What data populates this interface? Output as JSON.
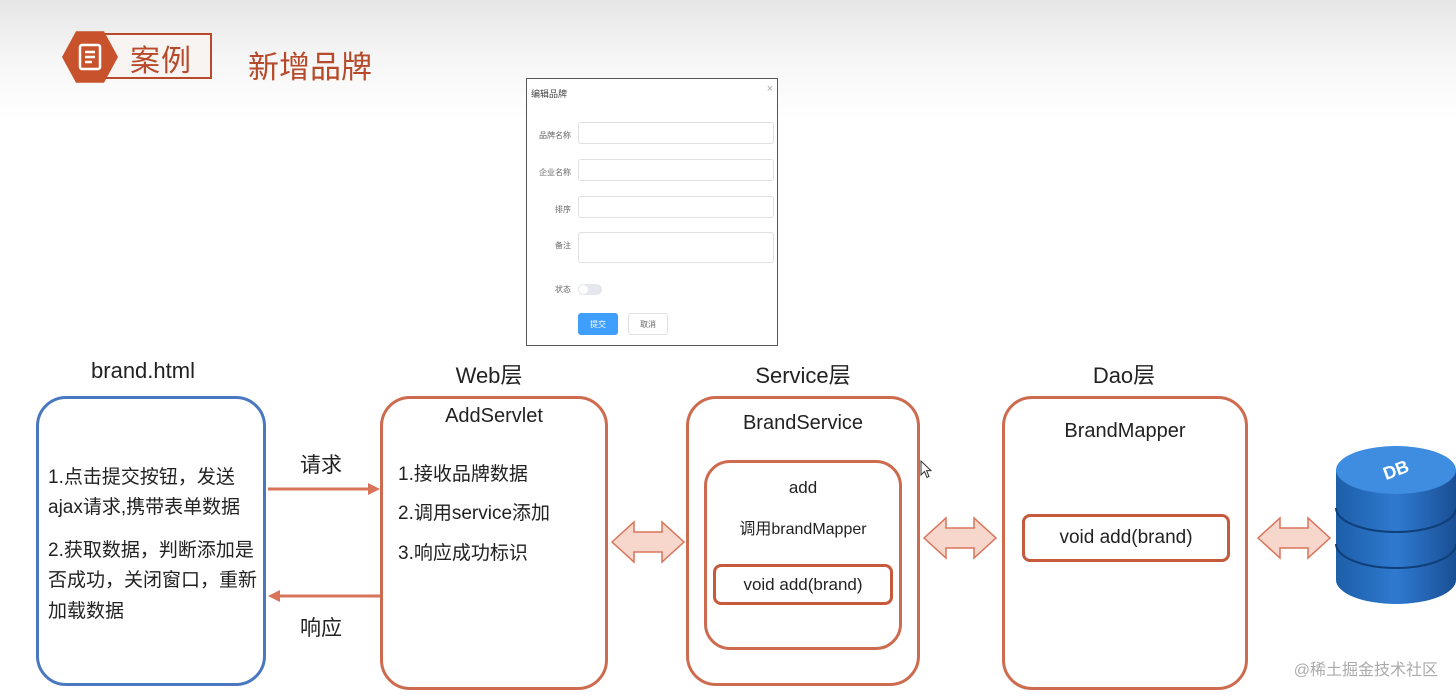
{
  "header": {
    "badge_label": "案例",
    "title": "新增品牌"
  },
  "dialog": {
    "title": "编辑品牌",
    "close": "×",
    "fields": [
      {
        "label": "品牌名称"
      },
      {
        "label": "企业名称"
      },
      {
        "label": "排序"
      },
      {
        "label": "备注"
      }
    ],
    "status_label": "状态",
    "submit": "提交",
    "cancel": "取消"
  },
  "diagram": {
    "layers": {
      "client": "brand.html",
      "web": "Web层",
      "service": "Service层",
      "dao": "Dao层"
    },
    "client_box": {
      "step1": "1.点击提交按钮，发送ajax请求,携带表单数据",
      "step2": "2.获取数据，判断添加是否成功，关闭窗口，重新加载数据"
    },
    "request_label": "请求",
    "response_label": "响应",
    "web_box": {
      "name": "AddServlet",
      "steps": [
        "1.接收品牌数据",
        "2.调用service添加",
        "3.响应成功标识"
      ]
    },
    "service_box": {
      "name": "BrandService",
      "inner_title": "add",
      "inner_call": "调用brandMapper",
      "method": "void add(brand)"
    },
    "dao_box": {
      "name": "BrandMapper",
      "method": "void add(brand)"
    },
    "db_label": "DB"
  },
  "watermark": "@稀土掘金技术社区",
  "colors": {
    "accent": "#c8522b",
    "client_border": "#4a78c0",
    "box_border": "#cd6b4e",
    "arrow_fill": "#f7d6cc"
  }
}
